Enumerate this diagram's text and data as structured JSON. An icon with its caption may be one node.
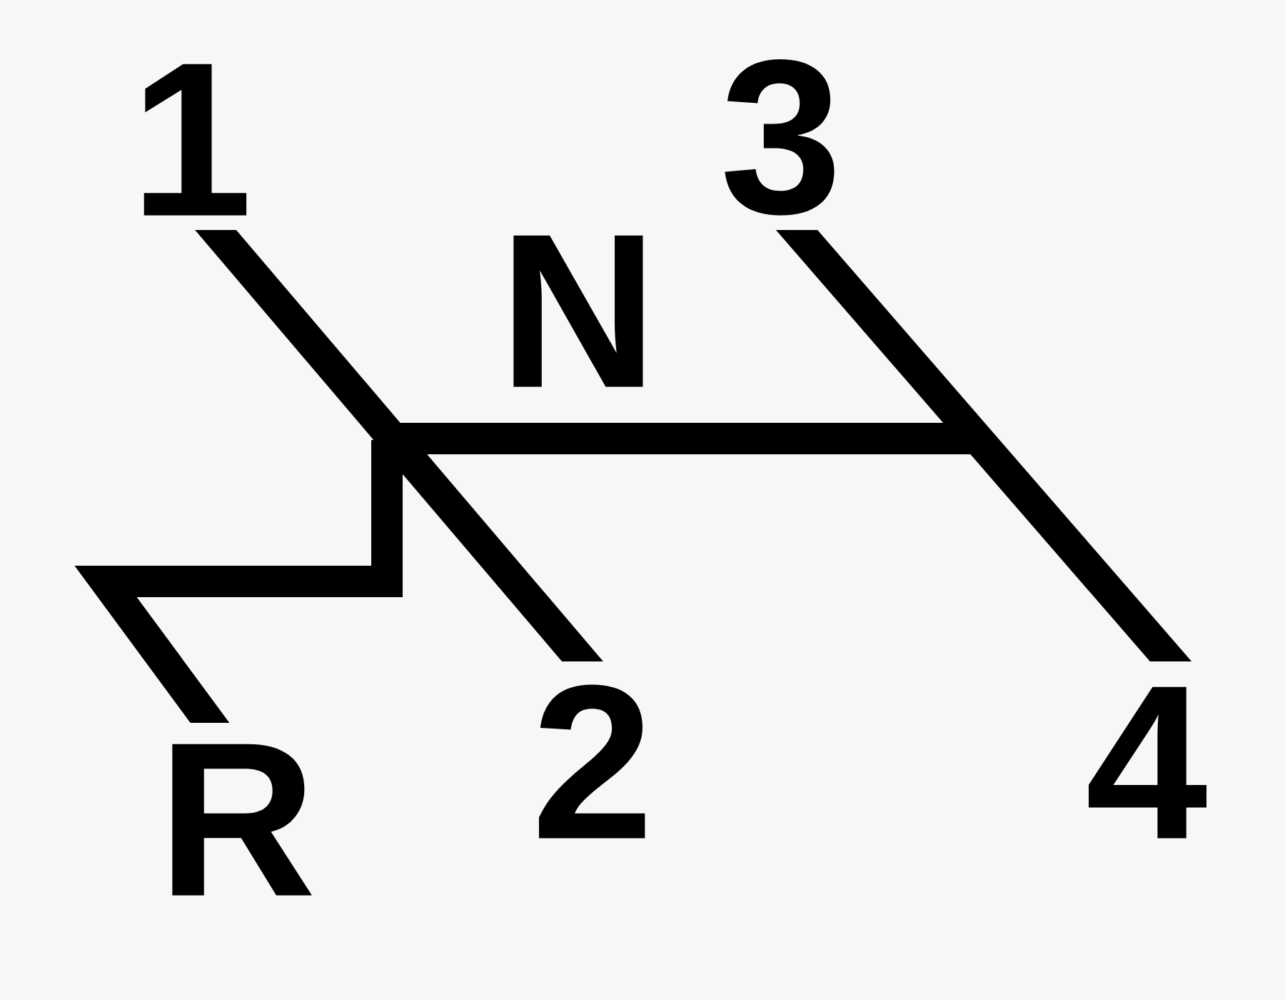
{
  "diagram": {
    "nodes": [
      {
        "text": [
          "1"
        ]
      },
      {
        "text": [
          "3"
        ]
      },
      {
        "text": [],
        "shape": "bar"
      },
      {
        "text": [
          "R"
        ]
      },
      {
        "text": [
          "2"
        ]
      },
      {
        "text": [
          "4"
        ]
      }
    ],
    "edges": [
      {
        "from": 0,
        "to": 4,
        "arrow": "none"
      },
      {
        "from": 1,
        "to": 5,
        "arrow": "none"
      },
      {
        "from": null,
        "to": 3,
        "arrow": "none"
      }
    ],
    "labels": [
      "N"
    ]
  }
}
